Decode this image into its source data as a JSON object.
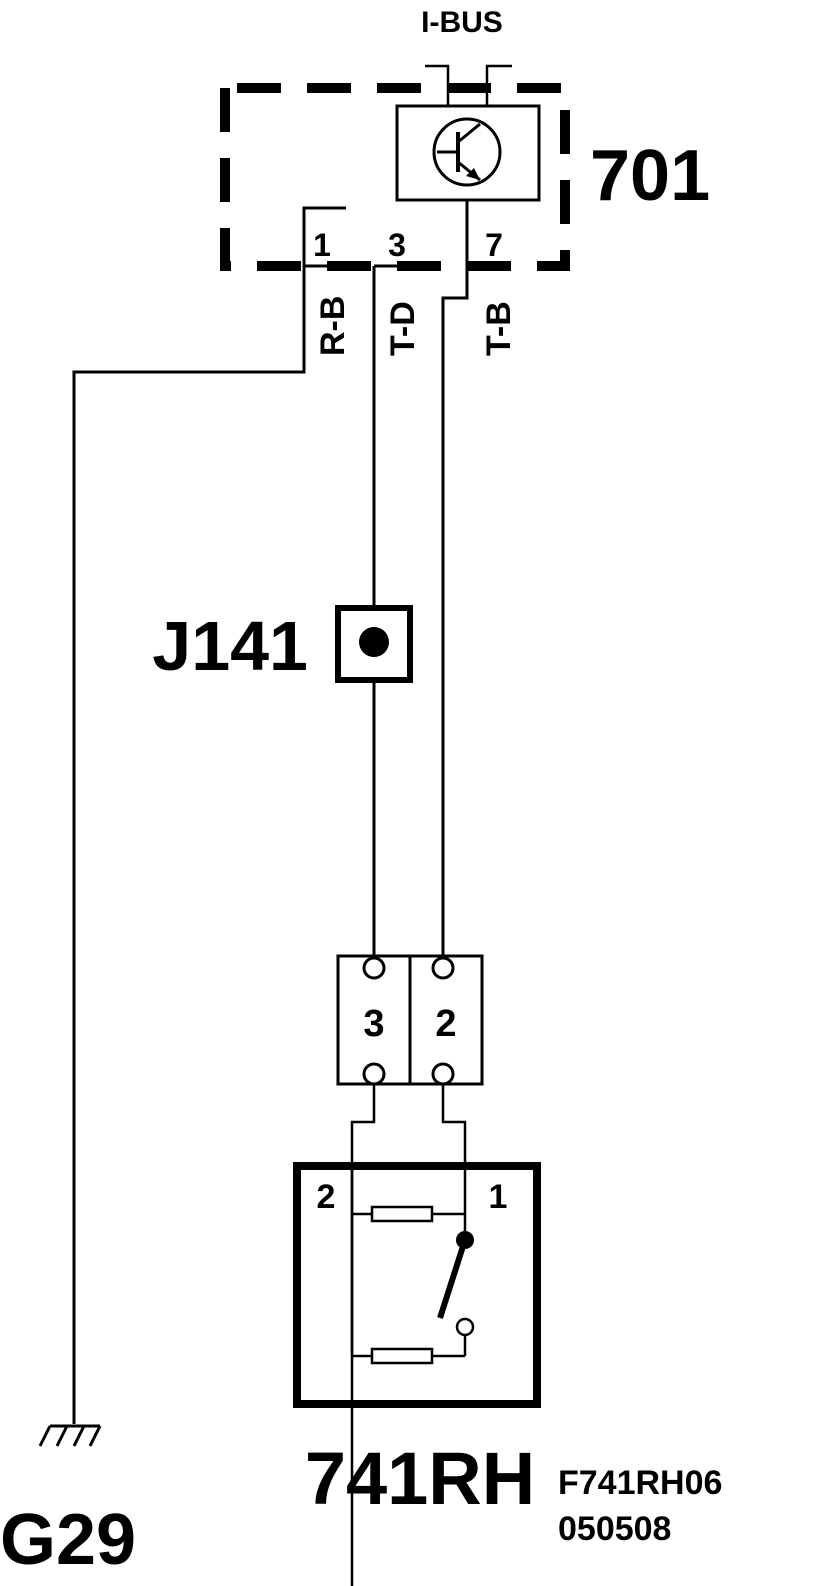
{
  "bus_label": "I-BUS",
  "module": {
    "id": "701",
    "pins": [
      {
        "number": "1",
        "wire": "R-B"
      },
      {
        "number": "3",
        "wire": "T-D"
      },
      {
        "number": "7",
        "wire": "T-B"
      }
    ]
  },
  "junction": {
    "id": "J141"
  },
  "connector": {
    "pins": [
      "3",
      "2"
    ]
  },
  "switch": {
    "id": "741RH",
    "pins": [
      "2",
      "1"
    ]
  },
  "ground": {
    "id": "G29"
  },
  "drawing_code": [
    "F741RH06",
    "050508"
  ]
}
